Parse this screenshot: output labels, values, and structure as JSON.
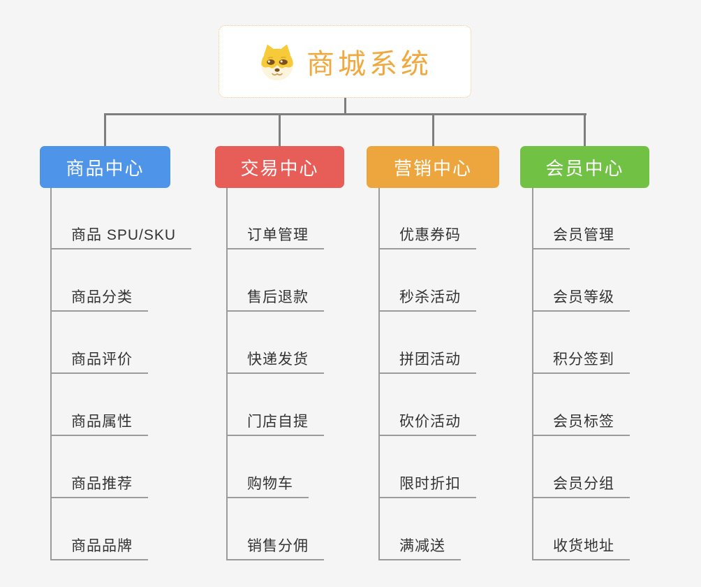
{
  "page": {
    "background_color": "#f5f5f5",
    "connector_color": "#7e7e7e",
    "underline_color": "#9b9b9b"
  },
  "root": {
    "title": "商城系统",
    "title_color": "#efa93e",
    "border_color": "#f3c480",
    "icon": "doge-dog-face-icon"
  },
  "branches": [
    {
      "title": "商品中心",
      "color": "#4e95e9",
      "items": [
        "商品 SPU/SKU",
        "商品分类",
        "商品评价",
        "商品属性",
        "商品推荐",
        "商品品牌"
      ]
    },
    {
      "title": "交易中心",
      "color": "#e75d57",
      "items": [
        "订单管理",
        "售后退款",
        "快递发货",
        "门店自提",
        "购物车",
        "销售分佣"
      ]
    },
    {
      "title": "营销中心",
      "color": "#eca63d",
      "items": [
        "优惠券码",
        "秒杀活动",
        "拼团活动",
        "砍价活动",
        "限时折扣",
        "满减送"
      ]
    },
    {
      "title": "会员中心",
      "color": "#71c244",
      "items": [
        "会员管理",
        "会员等级",
        "积分签到",
        "会员标签",
        "会员分组",
        "收货地址"
      ]
    }
  ]
}
